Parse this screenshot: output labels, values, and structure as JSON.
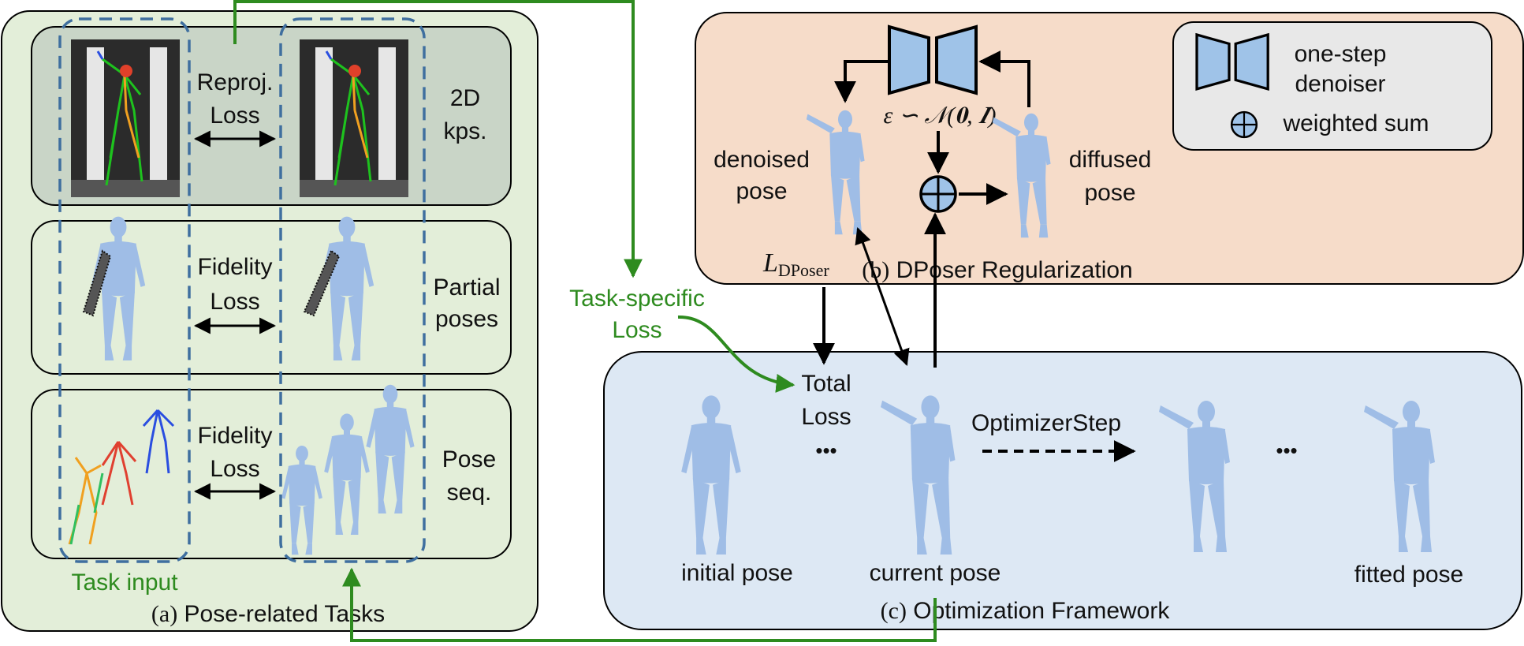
{
  "panel_a": {
    "caption_prefix": "(a)",
    "caption": "Pose-related Tasks",
    "task_input_label": "Task input",
    "rows": [
      {
        "loss_line1": "Reproj.",
        "loss_line2": "Loss",
        "task_line1": "2D",
        "task_line2": "kps."
      },
      {
        "loss_line1": "Fidelity",
        "loss_line2": "Loss",
        "task_line1": "Partial",
        "task_line2": "poses"
      },
      {
        "loss_line1": "Fidelity",
        "loss_line2": "Loss",
        "task_line1": "Pose",
        "task_line2": "seq."
      }
    ]
  },
  "panel_b": {
    "caption_prefix": "(b)",
    "caption": "DPoser Regularization",
    "denoised_line1": "denoised",
    "denoised_line2": "pose",
    "diffused_line1": "diffused",
    "diffused_line2": "pose",
    "noise_formula": "ε ∽ 𝒩(𝟎, 𝑰)",
    "loss_symbol": "L",
    "loss_subscript": "DPoser",
    "legend": {
      "denoiser_line1": "one-step",
      "denoiser_line2": "denoiser",
      "sum_label": "weighted sum"
    }
  },
  "panel_c": {
    "caption_prefix": "(c)",
    "caption": "Optimization Framework",
    "total_loss_line1": "Total",
    "total_loss_line2": "Loss",
    "initial_pose": "initial pose",
    "current_pose": "current pose",
    "fitted_pose": "fitted pose",
    "optimizer_step": "OptimizerStep",
    "ellipsis": "•••"
  },
  "task_specific_loss": {
    "line1": "Task-specific",
    "line2": "Loss"
  },
  "colors": {
    "panel_a_bg": "#e3eed9",
    "panel_a_row1": "#c9d5c7",
    "panel_b_bg": "#f6dcc9",
    "panel_c_bg": "#dde8f4",
    "legend_bg": "#e8e8e8",
    "mesh_blue": "#9fbde6",
    "green_arrow": "#2e8b1f",
    "dashed_blue": "#3f6f9f"
  }
}
